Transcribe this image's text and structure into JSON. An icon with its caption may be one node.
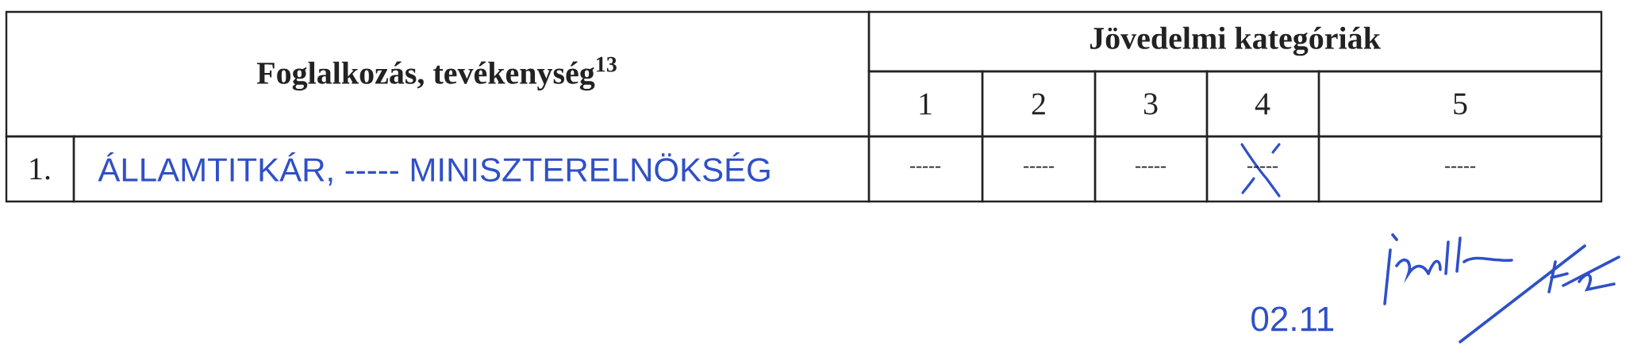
{
  "diagram": {
    "labels": [
      "Foglalkozás, tevékenység$^{13}$",
      "Jövedelmi kategóriák",
      "1",
      "2",
      "3",
      "4",
      "5",
      "1.",
      "ÁLLAMTITKÁR, ----- MINISZTERELNÖKSÉG",
      "-----",
      "-----",
      "-----",
      "-----",
      "-----",
      "02.11"
    ]
  }
}
